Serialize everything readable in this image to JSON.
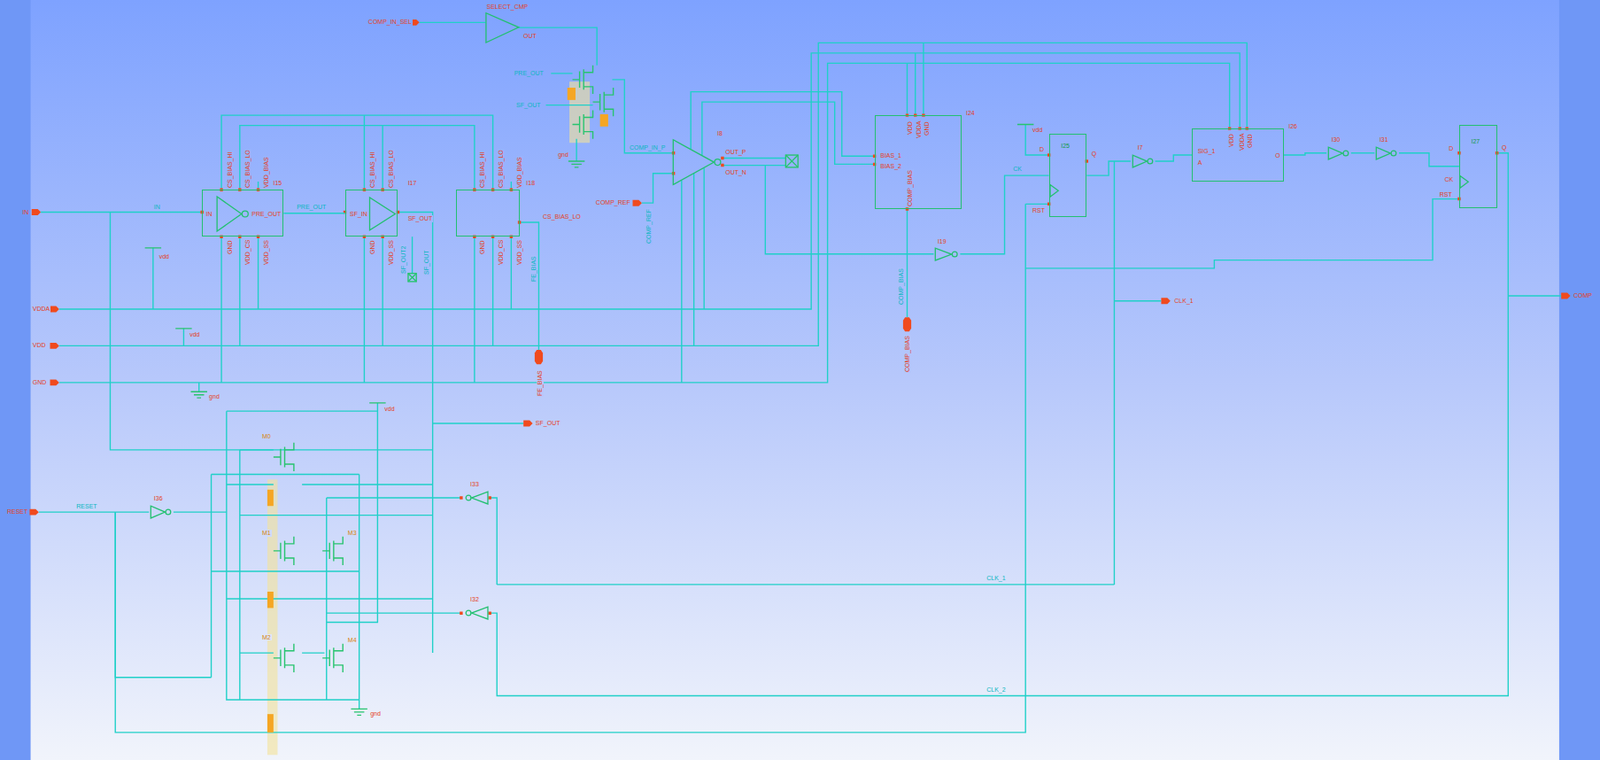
{
  "diagram": {
    "nodes": [
      {
        "text": [
          "I15",
          "IN",
          "PRE_OUT",
          "CS_BIAS_HI",
          "CS_BIAS_LO",
          "VDD_BIAS",
          "GND",
          "VDD_CS",
          "VDD_SS"
        ]
      },
      {
        "text": [
          "I17",
          "SF_IN",
          "SF_OUT",
          "CS_BIAS_HI",
          "CS_BIAS_LO",
          "GND",
          "VDD_SS"
        ]
      },
      {
        "text": [
          "I18",
          "CS_BIAS_HI",
          "CS_BIAS_LO",
          "VDD_BIAS",
          "GND",
          "VDD_CS",
          "VDD_SS"
        ]
      },
      {
        "text": [
          "SELECT_CMP",
          "OUT"
        ]
      },
      {
        "text": [
          "I8",
          "OUT_P",
          "OUT_N"
        ]
      },
      {
        "text": [
          "I24",
          "BIAS_1",
          "BIAS_2",
          "VDD",
          "VDDA",
          "GND",
          "COMP_BIAS"
        ]
      },
      {
        "text": [
          "I19"
        ]
      },
      {
        "text": [
          "I25",
          "D",
          "Q",
          "RST"
        ]
      },
      {
        "text": [
          "I7"
        ]
      },
      {
        "text": [
          "I26",
          "SIG_1",
          "A",
          "VDD",
          "VDDA",
          "GND",
          "O"
        ]
      },
      {
        "text": [
          "I30"
        ]
      },
      {
        "text": [
          "I31"
        ]
      },
      {
        "text": [
          "I27",
          "D",
          "Q",
          "CK",
          "RST"
        ]
      },
      {
        "text": [
          "I36"
        ]
      },
      {
        "text": [
          "I33"
        ]
      },
      {
        "text": [
          "I32"
        ]
      }
    ],
    "edges": [
      {
        "from": 0,
        "to": 1,
        "arrow": "none"
      },
      {
        "from": 6,
        "to": 7,
        "arrow": "none"
      },
      {
        "from": 7,
        "to": 8,
        "arrow": "none"
      },
      {
        "from": 8,
        "to": 9,
        "arrow": "none"
      },
      {
        "from": 9,
        "to": 10,
        "arrow": "none"
      },
      {
        "from": 10,
        "to": 11,
        "arrow": "none"
      },
      {
        "from": 11,
        "to": 12,
        "arrow": "none"
      }
    ],
    "labels": [
      "COMP_IN_SEL",
      "PRE_OUT",
      "SF_OUT",
      "gnd",
      "IN",
      "IN",
      "PRE_OUT",
      "SF_OUT2",
      "SF_OUT",
      "CS_BIAS_LO",
      "FE_BIAS",
      "FE_BIAS",
      "vdd",
      "vdd",
      "gnd",
      "VDDA",
      "VDD",
      "GND",
      "COMP_REF",
      "COMP_REF",
      "COMP_IN_P",
      "COMP_BIAS",
      "COMP_BIAS",
      "vdd",
      "CK",
      "CLK_1",
      "COMP",
      "SF_OUT",
      "RESET",
      "RESET",
      "vdd",
      "gnd",
      "CLK_1",
      "CLK_2",
      "M0",
      "M1",
      "M2",
      "M3",
      "M4"
    ]
  }
}
